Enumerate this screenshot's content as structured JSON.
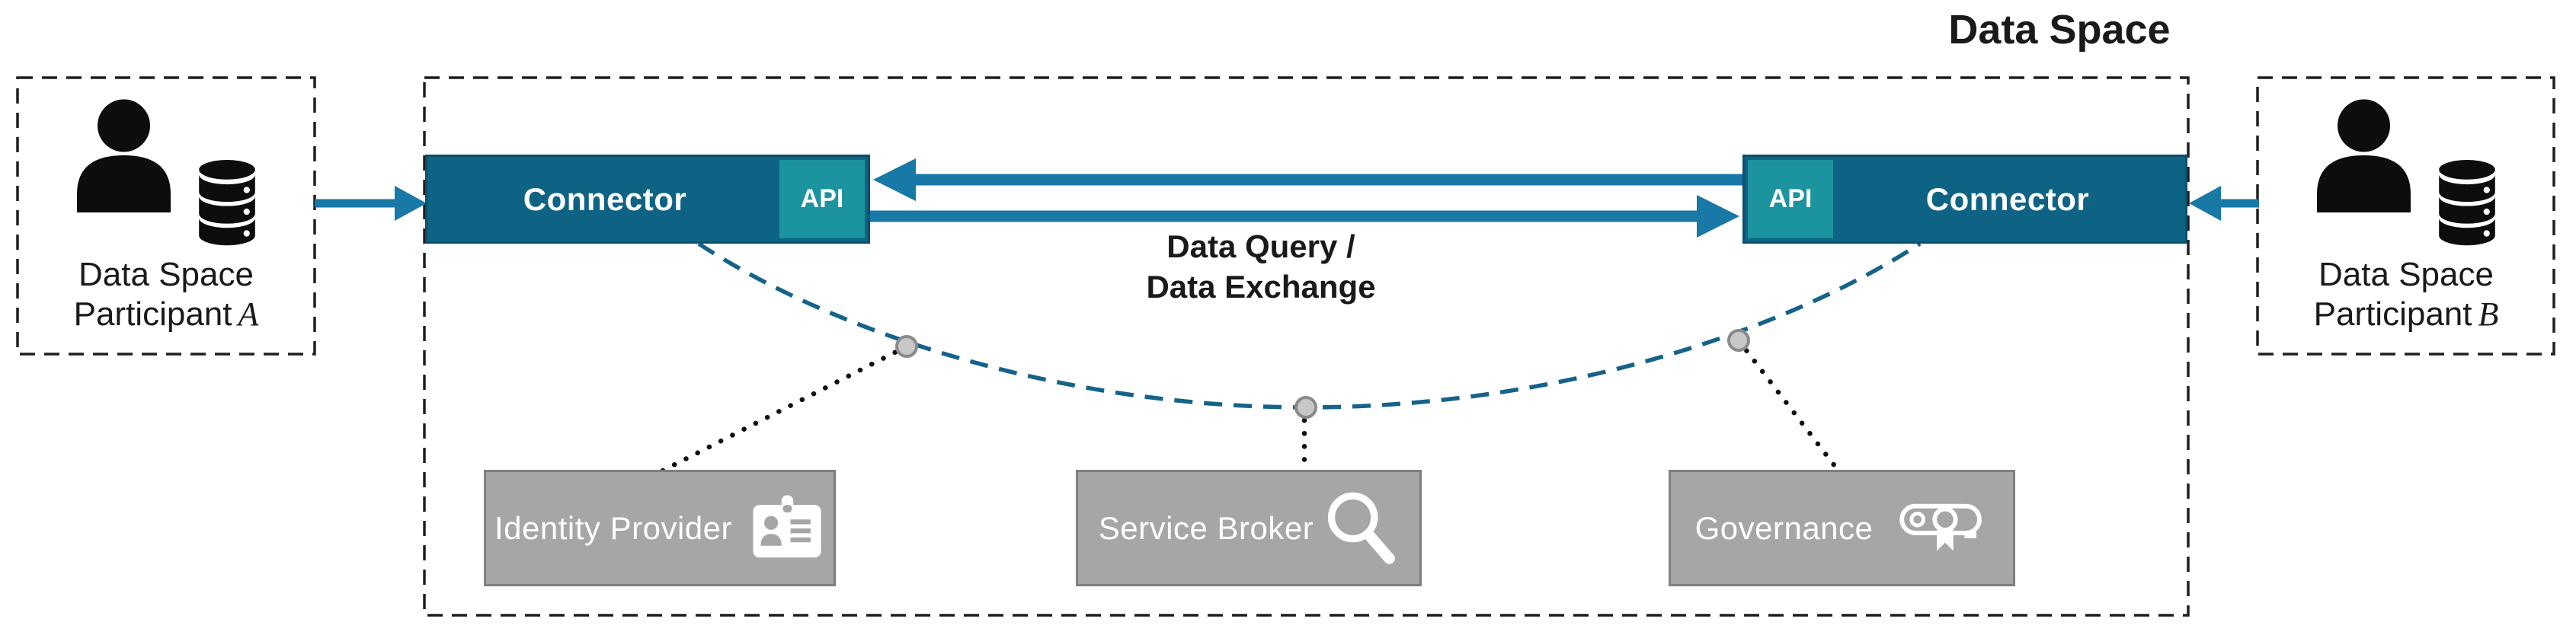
{
  "colors": {
    "connector": "#0E6385",
    "connector_border": "#0A4F6C",
    "api": "#1C949F",
    "arrow": "#1878A6",
    "arc": "#15638A",
    "node_fill": "#C8C8C8",
    "node_stroke": "#8A8A8A",
    "service_fill": "#A6A6A6",
    "service_border": "#7F7F7F",
    "dash": "#1F1F1F",
    "dot": "#111111",
    "text": "#1A1A1A",
    "white": "#FFFFFF",
    "icon": "#0D0D0D"
  },
  "data_space": {
    "title": "Data Space",
    "exchange": {
      "line1": "Data Query /",
      "line2": "Data Exchange"
    },
    "connectors": [
      {
        "side": "left",
        "label": "Connector",
        "api_label": "API"
      },
      {
        "side": "right",
        "label": "Connector",
        "api_label": "API"
      }
    ],
    "services": [
      {
        "label": "Identity Provider",
        "icon": "id-card-icon"
      },
      {
        "label": "Service Broker",
        "icon": "magnifier-icon"
      },
      {
        "label": "Governance",
        "icon": "certificate-icon"
      }
    ]
  },
  "participants": [
    {
      "line1": "Data Space",
      "line2": "Participant",
      "variable": "A",
      "icons": [
        "person-icon",
        "database-icon"
      ]
    },
    {
      "line1": "Data Space",
      "line2": "Participant",
      "variable": "B",
      "icons": [
        "person-icon",
        "database-icon"
      ]
    }
  ]
}
